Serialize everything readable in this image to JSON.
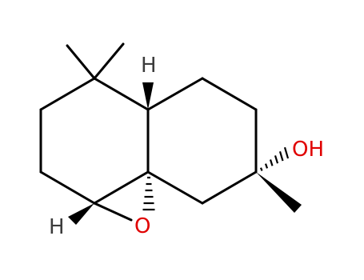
{
  "molecule": {
    "atoms": {
      "h_top": {
        "text": "H",
        "color": "#3c3c3c"
      },
      "h_bottom": {
        "text": "H",
        "color": "#3c3c3c"
      },
      "oxygen": {
        "text": "O",
        "color": "#e00000"
      },
      "hydroxyl": {
        "text": "OH",
        "color": "#e00000"
      }
    },
    "bond_color": "#000000"
  }
}
